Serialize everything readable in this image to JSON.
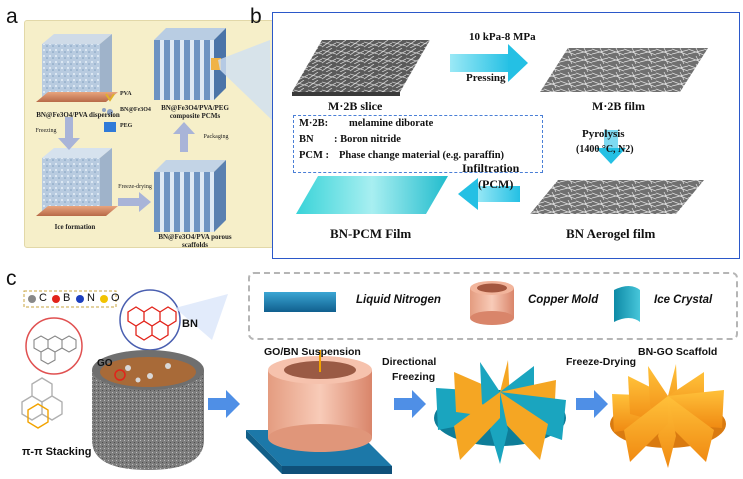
{
  "panel_a": {
    "label": "a",
    "dispersion": "BN@Fe3O4/PVA dispersion",
    "composite": "BN@Fe3O4/PVA/PEG composite PCMs",
    "freezing": "Freezing",
    "packaging": "Packaging",
    "ice_formation": "Ice formation",
    "freeze_drying": "Freeze-drying",
    "scaffolds": "BN@Fe3O4/PVA porous scaffolds",
    "legend": [
      "PVA",
      "BN@Fe3O4",
      "PEG"
    ]
  },
  "panel_b": {
    "label": "b",
    "slice": "M·2B slice",
    "film": "M·2B film",
    "pressure": "10 kPa-8 MPa",
    "pressing": "Pressing",
    "pyrolysis": "Pyrolysis",
    "pyrolysis_cond": "(1400 °C, N2)",
    "infiltration": "Infiltration",
    "infiltration_pcm": "(PCM)",
    "pcm_film": "BN-PCM Film",
    "aerogel_film": "BN Aerogel film",
    "defs": [
      {
        "term": "M·2B:",
        "desc": "melamine diborate"
      },
      {
        "term": "BN",
        "desc": ":  Boron nitride"
      },
      {
        "term": "PCM :",
        "desc": "Phase change material (e.g. paraffin)"
      }
    ]
  },
  "panel_c": {
    "label": "c",
    "atoms": [
      "C",
      "B",
      "N",
      "O"
    ],
    "bn": "BN",
    "go": "GO",
    "stacking": "π-π Stacking",
    "suspension": "GO/BN Suspension",
    "directional": "Directional",
    "freezing": "Freezing",
    "freeze_drying": "Freeze-Drying",
    "scaffold": "BN-GO Scaffold",
    "legend": [
      "Liquid Nitrogen",
      "Copper Mold",
      "Ice Crystal"
    ]
  },
  "colors": {
    "panel_a_bg": "#f6efc9",
    "panel_b_border": "#2b58c9",
    "arrow_cyan": "#2ec6e6",
    "arrow_blue": "#4f8fe6",
    "liquid_nitrogen": "#1f7fb0",
    "copper": "#f2b59c",
    "ice": "#1aa5bf",
    "scaffold": "#f5a623"
  }
}
